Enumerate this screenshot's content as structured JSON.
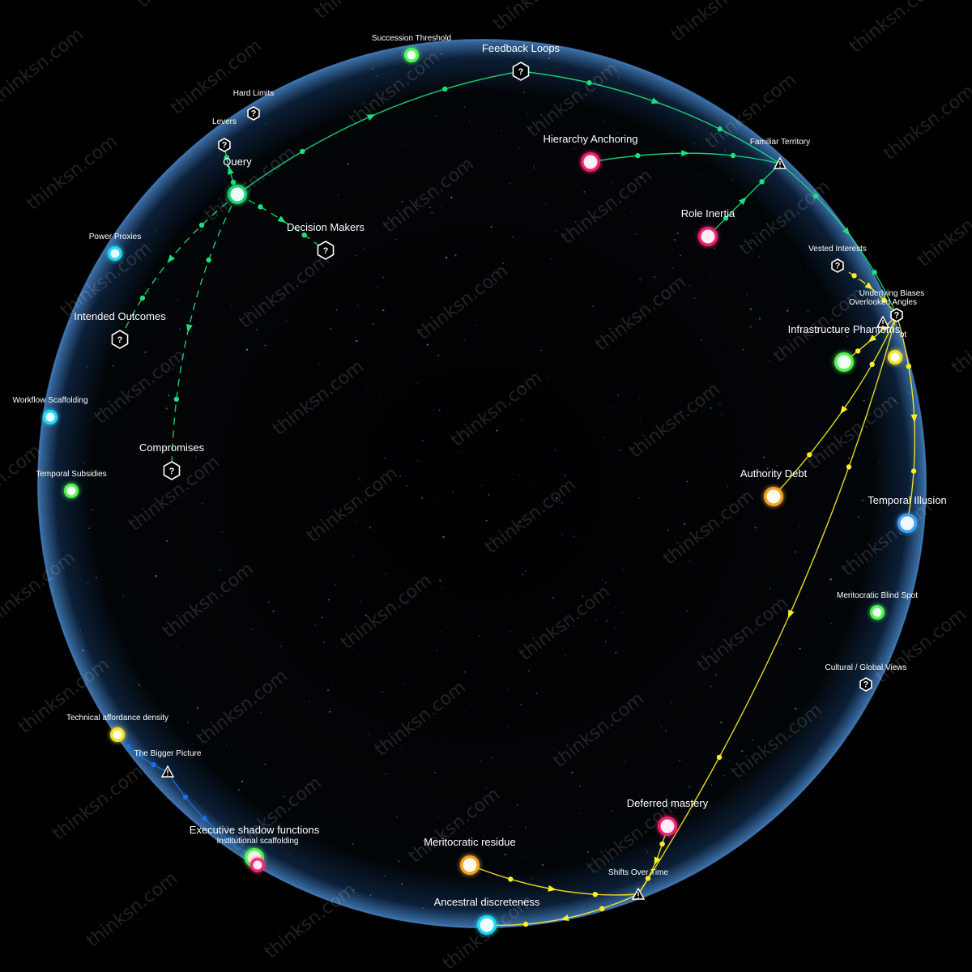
{
  "watermark": "thinksn.com",
  "colors": {
    "green": "#19e07a",
    "yellow": "#ffee22",
    "blue": "#1e6fe0",
    "pink": "#ff2277",
    "cyan": "#22e0ff",
    "orange": "#ffaa22",
    "lime": "#55ff55",
    "sky": "#44aaff",
    "white": "#ffffff",
    "sphere_edge": "#3b6fa8"
  },
  "nodes": [
    {
      "id": "succession",
      "label": "Succession Threshold",
      "kind": "dot",
      "color": "lime",
      "size": "sm"
    },
    {
      "id": "feedback",
      "label": "Feedback Loops",
      "kind": "hex",
      "size": "lg"
    },
    {
      "id": "hardlimits",
      "label": "Hard Limits",
      "kind": "hex",
      "size": "sm"
    },
    {
      "id": "levers",
      "label": "Levers",
      "kind": "hex",
      "size": "sm"
    },
    {
      "id": "query",
      "label": "Query",
      "kind": "dot",
      "color": "green",
      "size": "lg"
    },
    {
      "id": "decision",
      "label": "Decision Makers",
      "kind": "hex",
      "size": "lg"
    },
    {
      "id": "hierarchy",
      "label": "Hierarchy Anchoring",
      "kind": "dot",
      "color": "pink",
      "size": "lg"
    },
    {
      "id": "familiar",
      "label": "Familiar Territory",
      "kind": "warn",
      "size": "sm"
    },
    {
      "id": "role",
      "label": "Role Inertia",
      "kind": "dot",
      "color": "pink",
      "size": "lg"
    },
    {
      "id": "power",
      "label": "Power Proxies",
      "kind": "dot",
      "color": "cyan",
      "size": "sm"
    },
    {
      "id": "intended",
      "label": "Intended Outcomes",
      "kind": "hex",
      "size": "lg"
    },
    {
      "id": "vested",
      "label": "Vested Interests",
      "kind": "hex",
      "size": "sm"
    },
    {
      "id": "underlying",
      "label": "Underlying Biases",
      "kind": "hex",
      "size": "sm"
    },
    {
      "id": "overlooked",
      "label": "Overlooked Angles",
      "kind": "warn",
      "size": "sm"
    },
    {
      "id": "infra",
      "label": "Infrastructure Phantoms",
      "kind": "dot",
      "color": "lime",
      "size": "lg"
    },
    {
      "id": "debt_hidden",
      "label": "bt",
      "kind": "dot",
      "color": "yellow",
      "size": "sm"
    },
    {
      "id": "workflow",
      "label": "Workflow Scaffolding",
      "kind": "dot",
      "color": "cyan",
      "size": "sm"
    },
    {
      "id": "compromises",
      "label": "Compromises",
      "kind": "hex",
      "size": "lg"
    },
    {
      "id": "temporal_sub",
      "label": "Temporal Subsidies",
      "kind": "dot",
      "color": "lime",
      "size": "sm"
    },
    {
      "id": "authority",
      "label": "Authority Debt",
      "kind": "dot",
      "color": "orange",
      "size": "lg"
    },
    {
      "id": "temporal_ill",
      "label": "Temporal Illusion",
      "kind": "dot",
      "color": "sky",
      "size": "lg"
    },
    {
      "id": "meritocratic_bs",
      "label": "Meritocratic Blind Spot",
      "kind": "dot",
      "color": "lime",
      "size": "sm"
    },
    {
      "id": "cultural",
      "label": "Cultural / Global Views",
      "kind": "hex",
      "size": "sm"
    },
    {
      "id": "technical",
      "label": "Technical affordance density",
      "kind": "dot",
      "color": "yellow",
      "size": "sm"
    },
    {
      "id": "bigger",
      "label": "The Bigger Picture",
      "kind": "warn",
      "size": "sm"
    },
    {
      "id": "executive",
      "label": "Executive shadow functions",
      "kind": "dot",
      "color": "lime",
      "size": "lg"
    },
    {
      "id": "institutional",
      "label": "Institutional scaffolding",
      "kind": "dot",
      "color": "pink",
      "size": "sm"
    },
    {
      "id": "deferred",
      "label": "Deferred mastery",
      "kind": "dot",
      "color": "pink",
      "size": "lg"
    },
    {
      "id": "meritocratic_res",
      "label": "Meritocratic residue",
      "kind": "dot",
      "color": "orange",
      "size": "lg"
    },
    {
      "id": "shifts",
      "label": "Shifts Over Time",
      "kind": "warn",
      "size": "sm"
    },
    {
      "id": "ancestral",
      "label": "Ancestral discreteness",
      "kind": "dot",
      "color": "cyan",
      "size": "lg"
    }
  ],
  "edges": [
    {
      "from": "query",
      "to": "feedback",
      "color": "green",
      "style": "solid"
    },
    {
      "from": "feedback",
      "to": "familiar",
      "color": "green",
      "style": "solid"
    },
    {
      "from": "familiar",
      "to": "underlying",
      "color": "green",
      "style": "solid"
    },
    {
      "from": "hierarchy",
      "to": "familiar",
      "color": "green",
      "style": "solid"
    },
    {
      "from": "role",
      "to": "familiar",
      "color": "green",
      "style": "solid"
    },
    {
      "from": "query",
      "to": "levers",
      "color": "green",
      "style": "solid"
    },
    {
      "from": "query",
      "to": "decision",
      "color": "green",
      "style": "dashed"
    },
    {
      "from": "query",
      "to": "intended",
      "color": "green",
      "style": "dashed"
    },
    {
      "from": "query",
      "to": "compromises",
      "color": "green",
      "style": "dashed"
    },
    {
      "from": "vested",
      "to": "underlying",
      "color": "yellow",
      "style": "dashed"
    },
    {
      "from": "underlying",
      "to": "authority",
      "color": "yellow",
      "style": "solid"
    },
    {
      "from": "underlying",
      "to": "infra",
      "color": "yellow",
      "style": "solid"
    },
    {
      "from": "underlying",
      "to": "temporal_ill",
      "color": "yellow",
      "style": "solid"
    },
    {
      "from": "underlying",
      "to": "shifts",
      "color": "yellow",
      "style": "solid"
    },
    {
      "from": "deferred",
      "to": "shifts",
      "color": "yellow",
      "style": "solid"
    },
    {
      "from": "meritocratic_res",
      "to": "shifts",
      "color": "yellow",
      "style": "solid"
    },
    {
      "from": "shifts",
      "to": "ancestral",
      "color": "yellow",
      "style": "solid"
    },
    {
      "from": "technical",
      "to": "bigger",
      "color": "blue",
      "style": "solid"
    },
    {
      "from": "bigger",
      "to": "executive",
      "color": "blue",
      "style": "solid"
    }
  ]
}
